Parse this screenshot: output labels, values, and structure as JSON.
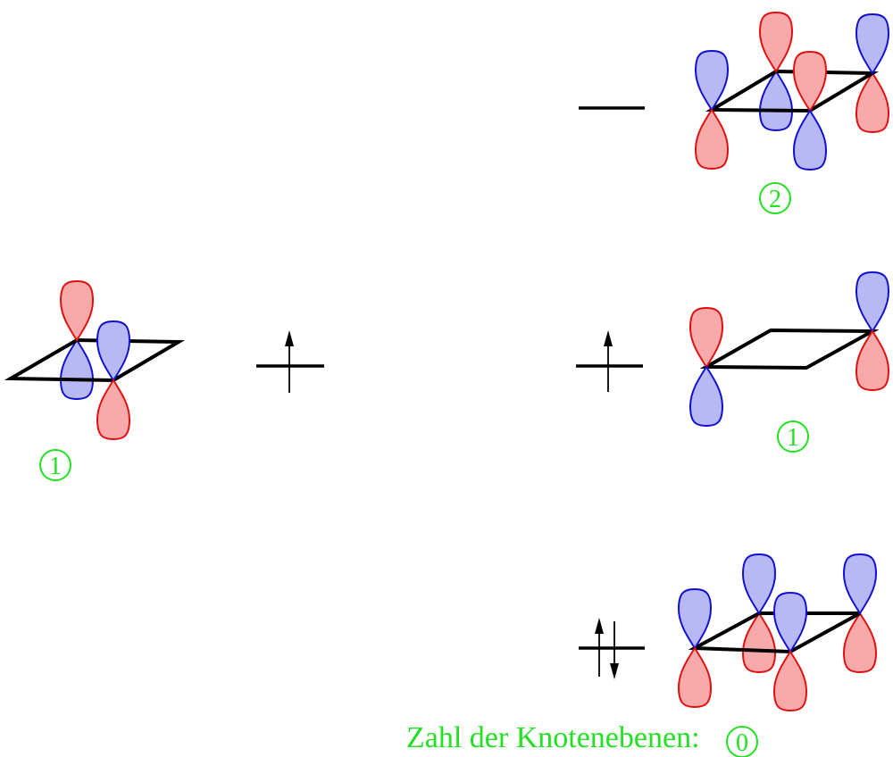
{
  "caption": {
    "label": "Zahl der Knotenebenen:",
    "value": "0"
  },
  "levels": {
    "top": {
      "node_count": "2",
      "electrons": 0
    },
    "middle": {
      "node_count": "1",
      "electrons": 1
    },
    "bottom": {
      "electrons": 2
    }
  },
  "fragment": {
    "node_count": "1",
    "electrons": 1
  },
  "colors": {
    "positive_lobe": "#b8b8f4",
    "negative_lobe": "#f8aaaa",
    "node_label": "#22e022"
  }
}
